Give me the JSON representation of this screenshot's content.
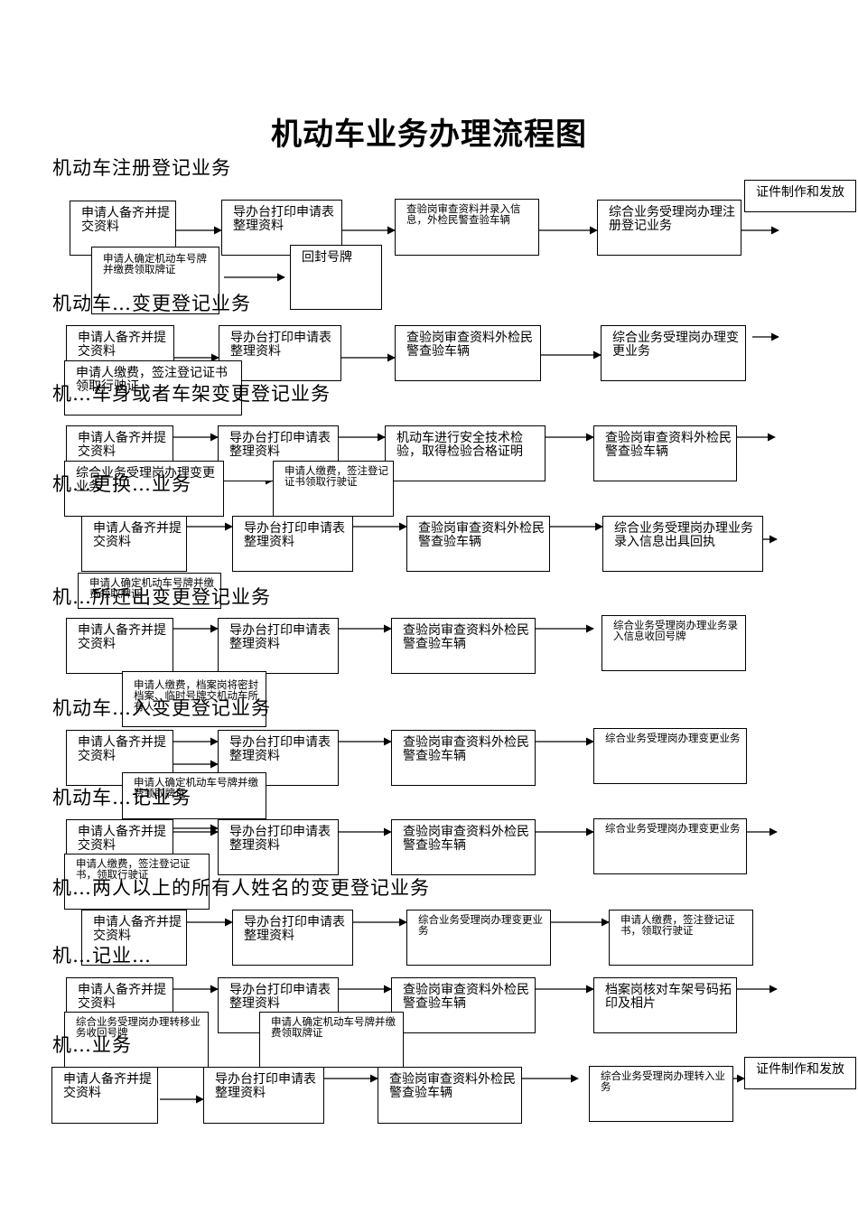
{
  "title": "机动车业务办理流程图",
  "sections": [
    {
      "heading": "机动车注册登记业务",
      "steps": [
        "申请人备齐并提交资料",
        "导办台打印申请表整理资料",
        "查验岗审查资料并录入信息，外检民警查验车辆",
        "综合业务受理岗办理注册登记业务",
        "证件制作和发放",
        "申请人确定机动车号牌并缴费领取牌证",
        "回封号牌"
      ]
    },
    {
      "heading": "机动车…变更登记业务",
      "steps": [
        "申请人备齐并提交资料",
        "导办台打印申请表整理资料",
        "查验岗审查资料外检民警查验车辆",
        "综合业务受理岗办理变更业务",
        "申请人缴费，签注登记证书领取行驶证"
      ]
    },
    {
      "heading": "机…车身或者车架变更登记业务",
      "steps": [
        "申请人备齐并提交资料",
        "导办台打印申请表整理资料",
        "机动车进行安全技术检验，取得检验合格证明",
        "查验岗审查资料外检民警查验车辆",
        "综合业务受理岗办理变更业务",
        "申请人缴费，签注登记证书领取行驶证"
      ]
    },
    {
      "heading": "机…更换…业务",
      "steps": [
        "申请人备齐并提交资料",
        "导办台打印申请表整理资料",
        "查验岗审查资料外检民警查验车辆",
        "综合业务受理岗办理业务录入信息出具回执",
        "申请人确定机动车号牌并缴费领取牌证"
      ]
    },
    {
      "heading": "机…所迁出变更登记业务",
      "steps": [
        "申请人备齐并提交资料",
        "导办台打印申请表整理资料",
        "查验岗审查资料外检民警查验车辆",
        "综合业务受理岗办理业务录入信息收回号牌",
        "申请人缴费，档案岗将密封档案、临时号牌交机动车所有人"
      ]
    },
    {
      "heading": "机动车…入变更登记业务",
      "steps": [
        "申请人备齐并提交资料",
        "导办台打印申请表整理资料",
        "查验岗审查资料外检民警查验车辆",
        "综合业务受理岗办理变更业务",
        "申请人确定机动车号牌并缴费领取牌证"
      ]
    },
    {
      "heading": "机动车…记业务",
      "steps": [
        "申请人备齐并提交资料",
        "导办台打印申请表整理资料",
        "查验岗审查资料外检民警查验车辆",
        "综合业务受理岗办理变更业务",
        "申请人缴费，签注登记证书，领取行驶证"
      ]
    },
    {
      "heading": "机…两人以上的所有人姓名的变更登记业务",
      "steps": [
        "申请人备齐并提交资料",
        "导办台打印申请表整理资料",
        "综合业务受理岗办理变更业务",
        "申请人缴费，签注登记证书，领取行驶证"
      ]
    },
    {
      "heading": "机…记业…",
      "steps": [
        "申请人备齐并提交资料",
        "导办台打印申请表整理资料",
        "查验岗审查资料外检民警查验车辆",
        "档案岗核对车架号码拓印及相片",
        "综合业务受理岗办理转移业务收回号牌",
        "申请人确定机动车号牌并缴费领取牌证"
      ]
    },
    {
      "heading": "机…业务",
      "steps": [
        "申请人备齐并提交资料",
        "导办台打印申请表整理资料",
        "查验岗审查资料外检民警查验车辆",
        "综合业务受理岗办理转入业务",
        "证件制作和发放"
      ]
    }
  ]
}
